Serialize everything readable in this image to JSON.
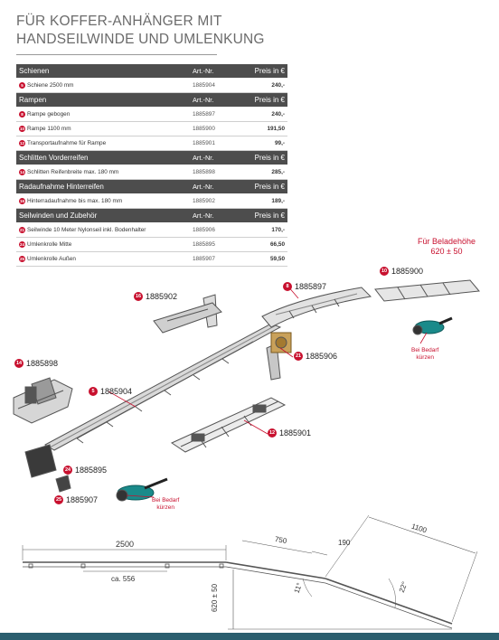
{
  "title": {
    "line1": "FÜR KOFFER-ANHÄNGER MIT",
    "line2": "HANDSEILWINDE UND UMLENKUNG"
  },
  "table": {
    "col_art": "Art.-Nr.",
    "col_preis": "Preis in €",
    "sections": [
      {
        "name": "Schienen",
        "items": [
          {
            "num": "5",
            "desc": "Schiene 2500 mm",
            "art": "1885904",
            "preis": "240,-"
          }
        ]
      },
      {
        "name": "Rampen",
        "items": [
          {
            "num": "8",
            "desc": "Rampe gebogen",
            "art": "1885897",
            "preis": "240,-"
          },
          {
            "num": "10",
            "desc": "Rampe 1100 mm",
            "art": "1885900",
            "preis": "191,50"
          },
          {
            "num": "12",
            "desc": "Transportaufnahme für Rampe",
            "art": "1885901",
            "preis": "99,-"
          }
        ]
      },
      {
        "name": "Schlitten Vorderreifen",
        "items": [
          {
            "num": "14",
            "desc": "Schlitten Reifenbreite max. 180 mm",
            "art": "1885898",
            "preis": "285,-"
          }
        ]
      },
      {
        "name": "Radaufnahme Hinterreifen",
        "items": [
          {
            "num": "16",
            "desc": "Hinterradaufnahme bis max. 180 mm",
            "art": "1885902",
            "preis": "189,-"
          }
        ]
      },
      {
        "name": "Seilwinden und Zubehör",
        "items": [
          {
            "num": "21",
            "desc": "Seilwinde 10 Meter Nylonseil inkl. Bodenhalter",
            "art": "1885906",
            "preis": "170,-"
          },
          {
            "num": "24",
            "desc": "Umlenkrolle Mitte",
            "art": "1885895",
            "preis": "66,50"
          },
          {
            "num": "25",
            "desc": "Umlenkrolle Außen",
            "art": "1885907",
            "preis": "59,50"
          }
        ]
      }
    ]
  },
  "callouts": {
    "c16": {
      "num": "16",
      "label": "1885902"
    },
    "c8": {
      "num": "8",
      "label": "1885897"
    },
    "c10": {
      "num": "10",
      "label": "1885900"
    },
    "c14": {
      "num": "14",
      "label": "1885898"
    },
    "c5": {
      "num": "5",
      "label": "1885904"
    },
    "c21": {
      "num": "21",
      "label": "1885906"
    },
    "c12": {
      "num": "12",
      "label": "1885901"
    },
    "c24": {
      "num": "24",
      "label": "1885895"
    },
    "c25": {
      "num": "25",
      "label": "1885907"
    }
  },
  "notes": {
    "beladehoehe_1": "Für Beladehöhe",
    "beladehoehe_2": "620 ± 50",
    "bedarf_1": "Bei Bedarf",
    "bedarf_2": "kürzen"
  },
  "dimensions": {
    "d2500": "2500",
    "d556": "ca. 556",
    "d750": "750",
    "d190": "190",
    "d1100": "1100",
    "d11": "11°",
    "d22": "22°",
    "d620": "620 ± 50"
  },
  "colors": {
    "accent_red": "#c8102e",
    "header_grey": "#4d4d4d",
    "footer": "#2b5e6e"
  }
}
